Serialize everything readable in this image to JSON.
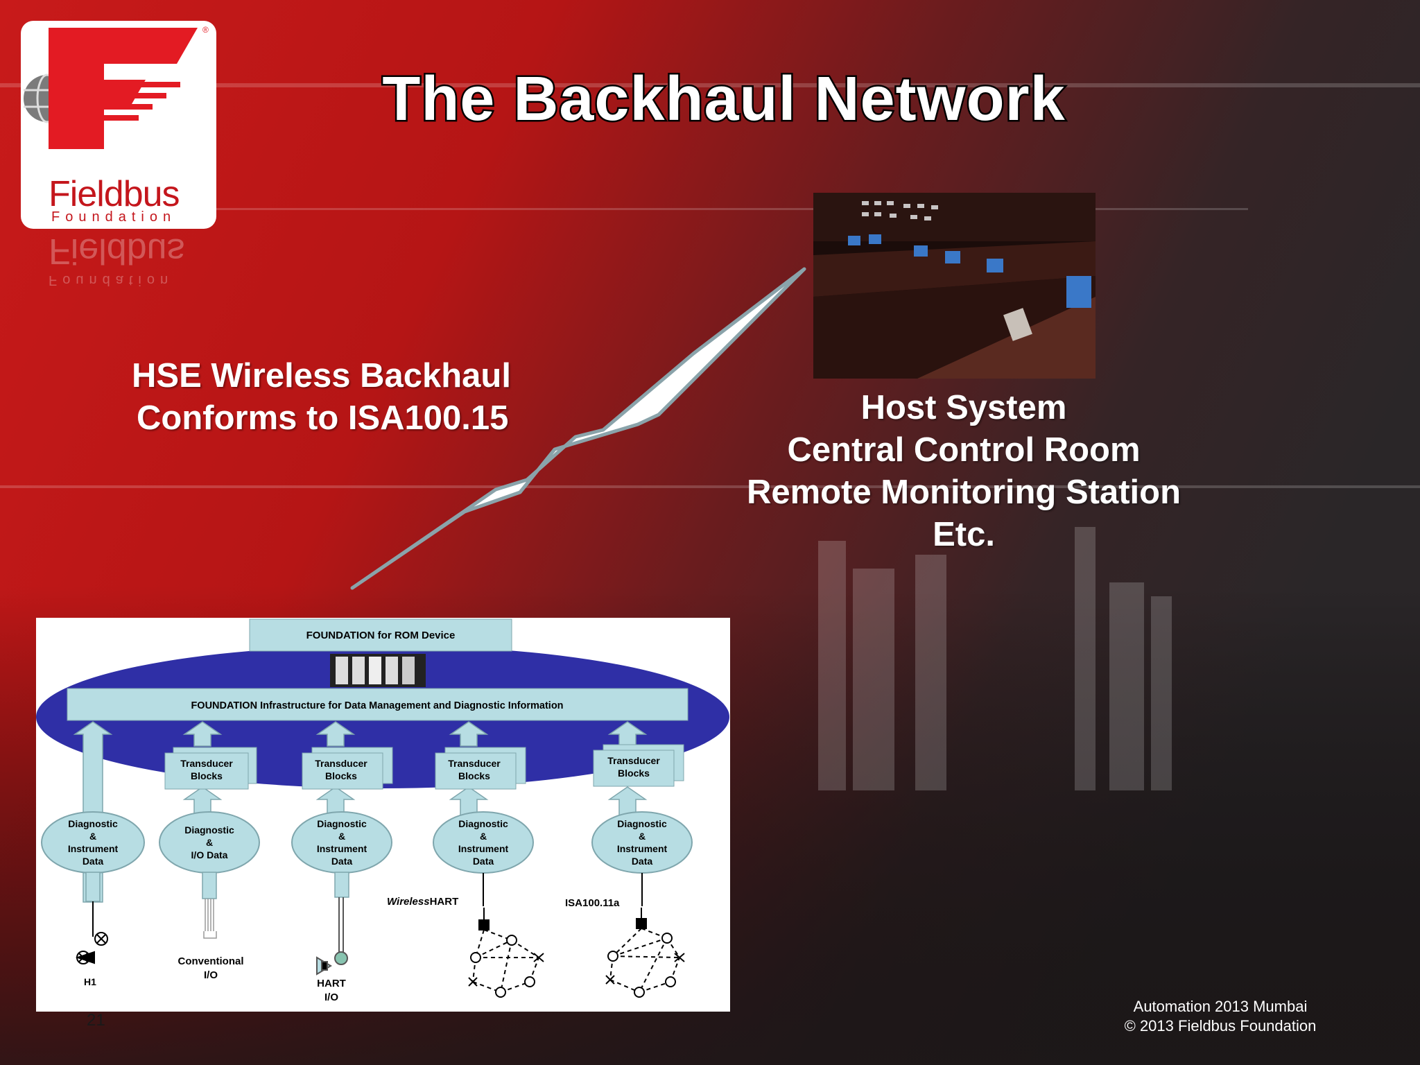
{
  "slide": {
    "title": "The Backhaul Network",
    "page_number": "21",
    "colors": {
      "accent_red": "#c4161c",
      "diagram_fill": "#b7dde3",
      "ellipse_blue": "#2f2fa6"
    }
  },
  "logo": {
    "brand": "Fieldbus",
    "sub": "Foundation",
    "registered": "®",
    "icon": "fieldbus-f-globe-logo"
  },
  "backhaul": {
    "line1": "HSE Wireless Backhaul",
    "line2": "Conforms to ISA100.15"
  },
  "host": {
    "line1": "Host System",
    "line2": "Central Control Room",
    "line3": "Remote Monitoring Station",
    "line4": "Etc."
  },
  "diagram": {
    "rom_device": "FOUNDATION for ROM Device",
    "infrastructure": "FOUNDATION Infrastructure for Data Management and Diagnostic Information",
    "transducer": [
      "Transducer",
      "Blocks"
    ],
    "diag_instr": [
      "Diagnostic",
      "&",
      "Instrument",
      "Data"
    ],
    "diag_io": [
      "Diagnostic",
      "&",
      "I/O Data"
    ],
    "labels": {
      "h1": "H1",
      "conventional_1": "Conventional",
      "conventional_2": "I/O",
      "hart_1": "HART",
      "hart_2": "I/O",
      "wirelesshart_italic": "Wireless",
      "wirelesshart_rest": "HART",
      "isa": "ISA100.11a"
    }
  },
  "footer": {
    "line1": "Automation 2013 Mumbai",
    "line2": "© 2013 Fieldbus Foundation"
  }
}
